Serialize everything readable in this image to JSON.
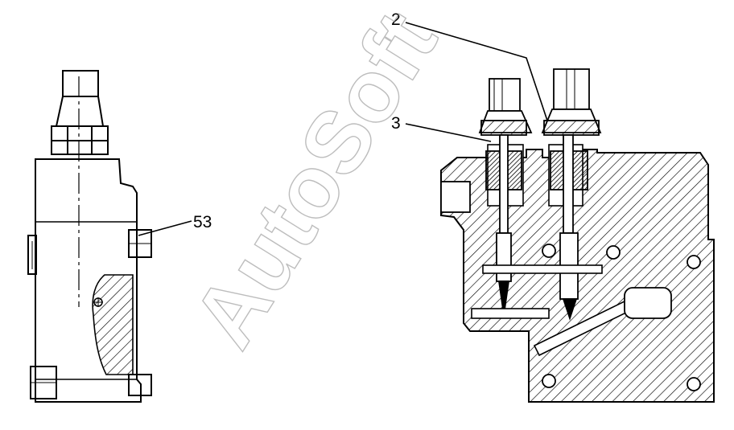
{
  "callouts": [
    {
      "id": "c2",
      "text": "2"
    },
    {
      "id": "c3",
      "text": "3"
    },
    {
      "id": "c53",
      "text": "53"
    }
  ],
  "watermark": {
    "text": "AutoSoft"
  },
  "colors": {
    "ink": "#000000",
    "paper": "#ffffff",
    "watermark": "#9a9a9a"
  }
}
